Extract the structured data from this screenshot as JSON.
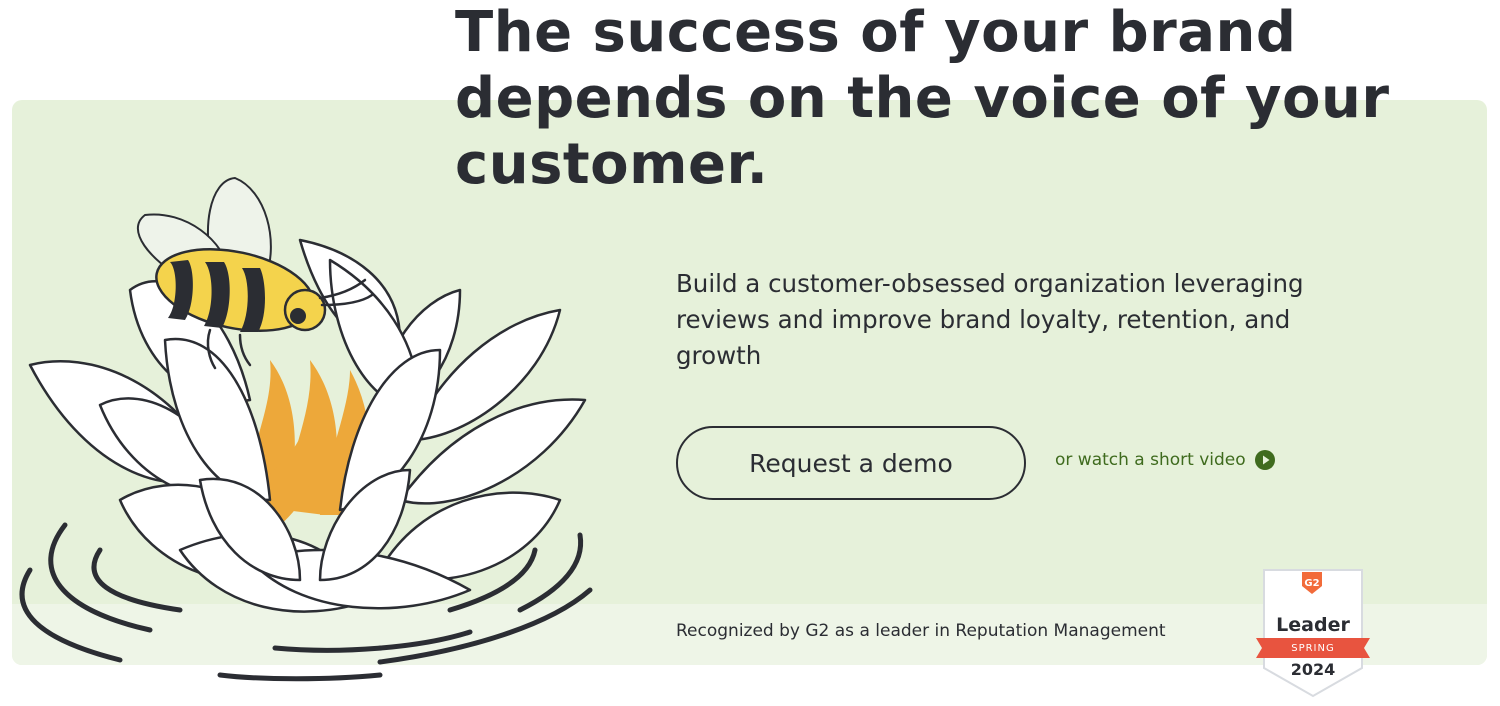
{
  "hero": {
    "headline": "The success of your brand depends on the voice of your customer.",
    "subtitle": "Build a customer-obsessed organization leveraging reviews and improve brand loyalty, retention, and growth",
    "cta_label": "Request a demo",
    "video_link_label": "or watch a short video",
    "video_icon": "play-circle-icon"
  },
  "recognition": {
    "text": "Recognized by G2 as a leader in Reputation Management",
    "badge": {
      "logo": "G2",
      "title": "Leader",
      "season": "SPRING",
      "year": "2024"
    }
  },
  "illustration": {
    "subject": "bee-on-water-lily-icon"
  },
  "colors": {
    "panel_background": "#e6f1da",
    "band_background": "#eef5e7",
    "text_dark": "#2b2d33",
    "link_green": "#3f6b1e",
    "bee_yellow": "#f4d34c",
    "flower_orange": "#eda83a",
    "badge_red": "#e8543f"
  }
}
